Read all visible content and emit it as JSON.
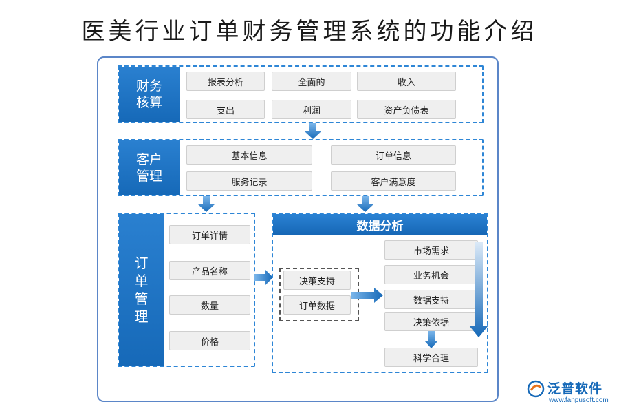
{
  "title": "医美行业订单财务管理系统的功能介绍",
  "sections": {
    "finance": {
      "label": "财务\n核算",
      "items": [
        "报表分析",
        "全面的",
        "收入",
        "支出",
        "利润",
        "资产负债表"
      ]
    },
    "customer": {
      "label": "客户\n管理",
      "items": [
        "基本信息",
        "订单信息",
        "服务记录",
        "客户满意度"
      ]
    },
    "order": {
      "label": "订\n单\n管\n理",
      "items": [
        "订单详情",
        "产品名称",
        "数量",
        "价格"
      ]
    },
    "analysis": {
      "header": "数据分析",
      "inputs": [
        "决策支持",
        "订单数据"
      ],
      "outputs": [
        "市场需求",
        "业务机会",
        "数据支持",
        "决策依据"
      ],
      "final": "科学合理"
    }
  },
  "logo": {
    "name": "泛普软件",
    "url": "www.fanpusoft.com"
  },
  "colors": {
    "primary": "#1669b8",
    "accent": "#2e86d6",
    "frame": "#5b86c8"
  }
}
